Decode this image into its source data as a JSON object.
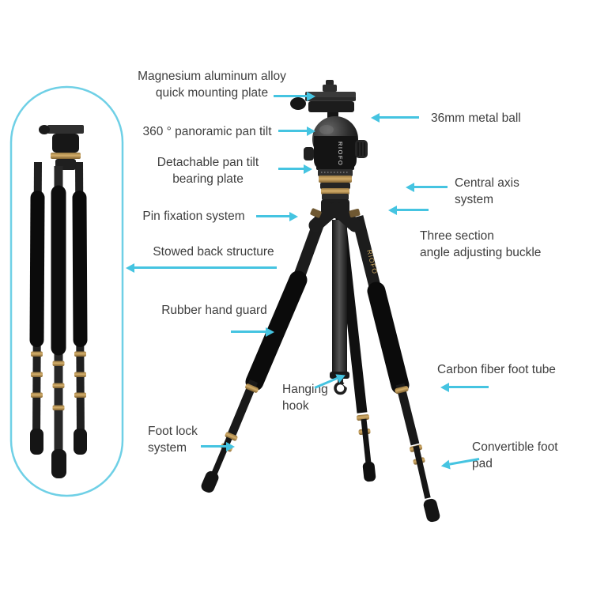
{
  "colors": {
    "accent": "#45c4e1",
    "accent_light": "#6fd0e6",
    "gold": "#c9a45c",
    "tripod_black": "#1b1b1b",
    "background": "#ffffff",
    "text": "#3e3e3e"
  },
  "brand": {
    "head_logo": "RIOFO",
    "leg_logo": "RIOFO"
  },
  "callouts": {
    "quick_plate": "Magnesium aluminum alloy\nquick mounting plate",
    "metal_ball": "36mm metal ball",
    "pan_tilt": "360 ° panoramic pan tilt",
    "bearing_plate": "Detachable pan tilt\nbearing plate",
    "central_axis": "Central axis\nsystem",
    "pin_fixation": "Pin fixation system",
    "three_section": "Three section\nangle adjusting buckle",
    "stowed_back": "Stowed back structure",
    "rubber_guard": "Rubber hand guard",
    "foot_tube": "Carbon fiber foot tube",
    "hanging_hook": "Hanging\nhook",
    "foot_lock": "Foot lock\nsystem",
    "foot_pad": "Convertible foot\npad"
  }
}
